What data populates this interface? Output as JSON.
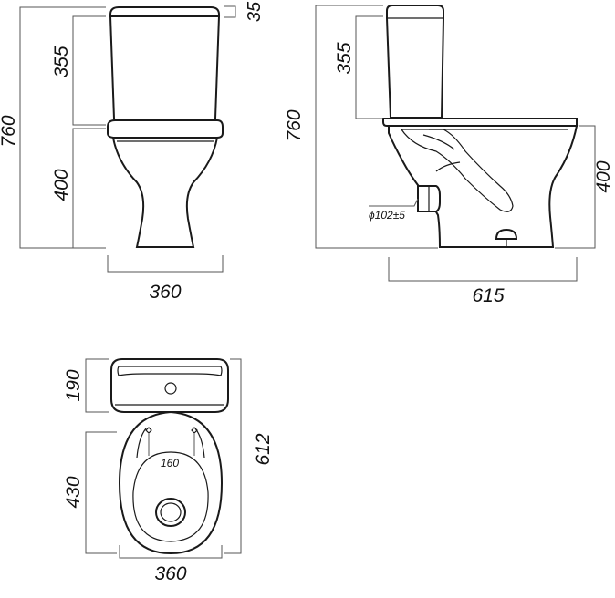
{
  "front_view": {
    "tank_height": "355",
    "lid_height": "35",
    "total_height": "760",
    "bowl_height": "400",
    "width": "360"
  },
  "side_view": {
    "tank_height": "355",
    "total_height": "760",
    "bowl_height": "400",
    "outlet_diameter": "ϕ102±5",
    "depth": "615"
  },
  "top_view": {
    "tank_depth": "190",
    "bowl_depth": "430",
    "total_depth": "612",
    "bolt_spacing": "160",
    "width": "360"
  }
}
